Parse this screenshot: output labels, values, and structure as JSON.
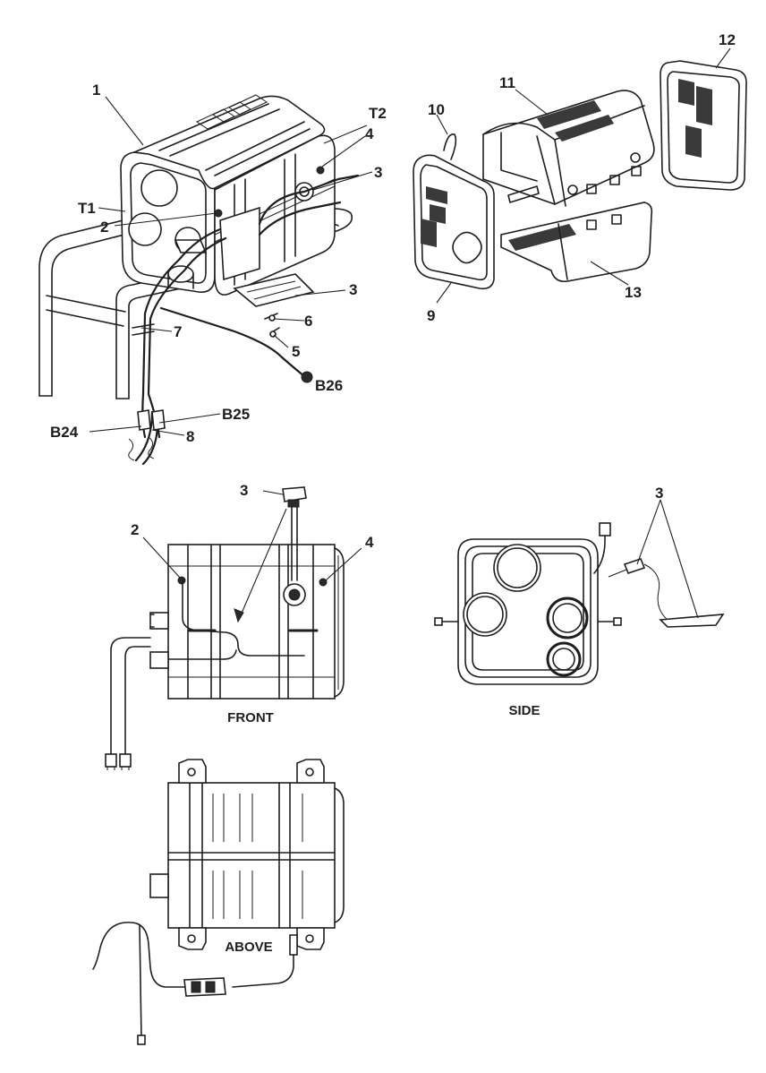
{
  "callouts": {
    "c1": "1",
    "c2": "2",
    "c3a": "3",
    "c3b": "3",
    "c4": "4",
    "c5": "5",
    "c6": "6",
    "c7": "7",
    "c8": "8",
    "t1": "T1",
    "t2": "T2",
    "b24": "B24",
    "b25": "B25",
    "b26": "B26",
    "c9": "9",
    "c10": "10",
    "c11": "11",
    "c12": "12",
    "c13": "13",
    "f2": "2",
    "f3": "3",
    "f4": "4",
    "s3": "3"
  },
  "views": {
    "front": "FRONT",
    "side": "SIDE",
    "above": "ABOVE"
  }
}
